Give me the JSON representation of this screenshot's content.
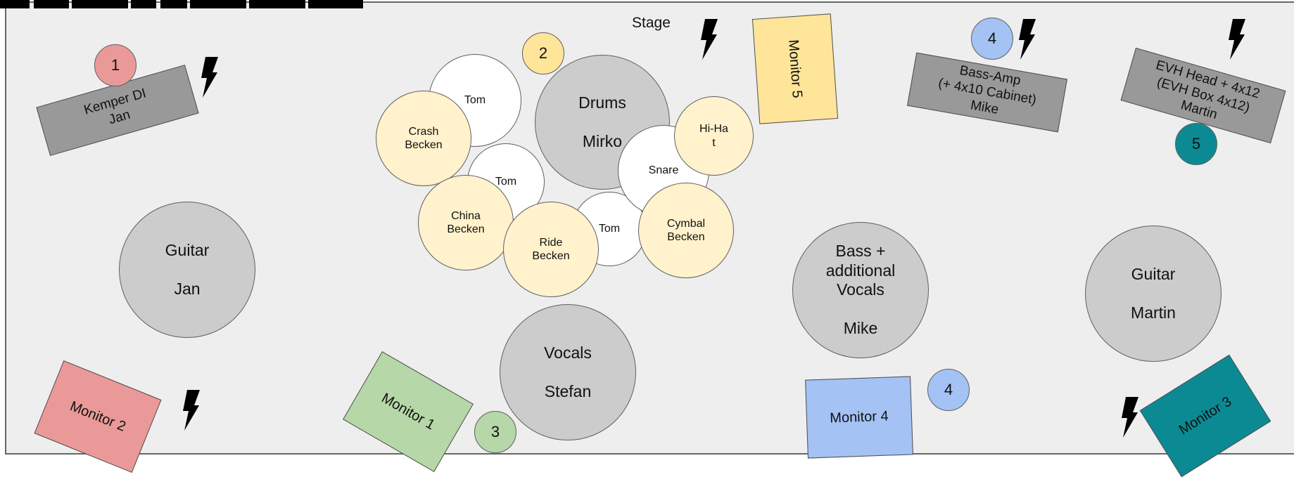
{
  "title": "Stage",
  "colors": {
    "background": "#eeeeee",
    "person": "#cccccc",
    "drum_shell": "#ffffff",
    "cymbal": "#fff2cc",
    "red": "#ea9999",
    "yellow_circle": "#ffe599",
    "yellow_monitor": "#ffe599",
    "green": "#b6d7a8",
    "blue": "#a4c2f4",
    "teal": "#0b8a94",
    "amp": "#999999"
  },
  "performers": {
    "guitar_jan": "Guitar\n\nJan",
    "drums_mirko": "Drums\n\nMirko",
    "vocals_stefan": "Vocals\n\nStefan",
    "bass_mike": "Bass +\nadditional\nVocals\n\nMike",
    "guitar_martin": "Guitar\n\nMartin"
  },
  "drums": {
    "tom1": "Tom",
    "tom2": "Tom",
    "tom3": "Tom",
    "snare": "Snare",
    "crash": "Crash\nBecken",
    "china": "China\nBecken",
    "ride": "Ride\nBecken",
    "hihat": "Hi-Ha\nt",
    "cymbal": "Cymbal\nBecken"
  },
  "amps": {
    "kemper": "Kemper DI\nJan",
    "bass_amp": "Bass-Amp\n(+ 4x10 Cabinet)\nMike",
    "evh": "EVH Head + 4x12\n(EVH Box 4x12)\nMartin"
  },
  "monitors": {
    "m1": "Monitor 1",
    "m2": "Monitor 2",
    "m3": "Monitor 3",
    "m4": "Monitor 4",
    "m5": "Monitor 5"
  },
  "channels": {
    "c1": "1",
    "c2": "2",
    "c3": "3",
    "c4_top": "4",
    "c4_bottom": "4",
    "c5": "5"
  }
}
